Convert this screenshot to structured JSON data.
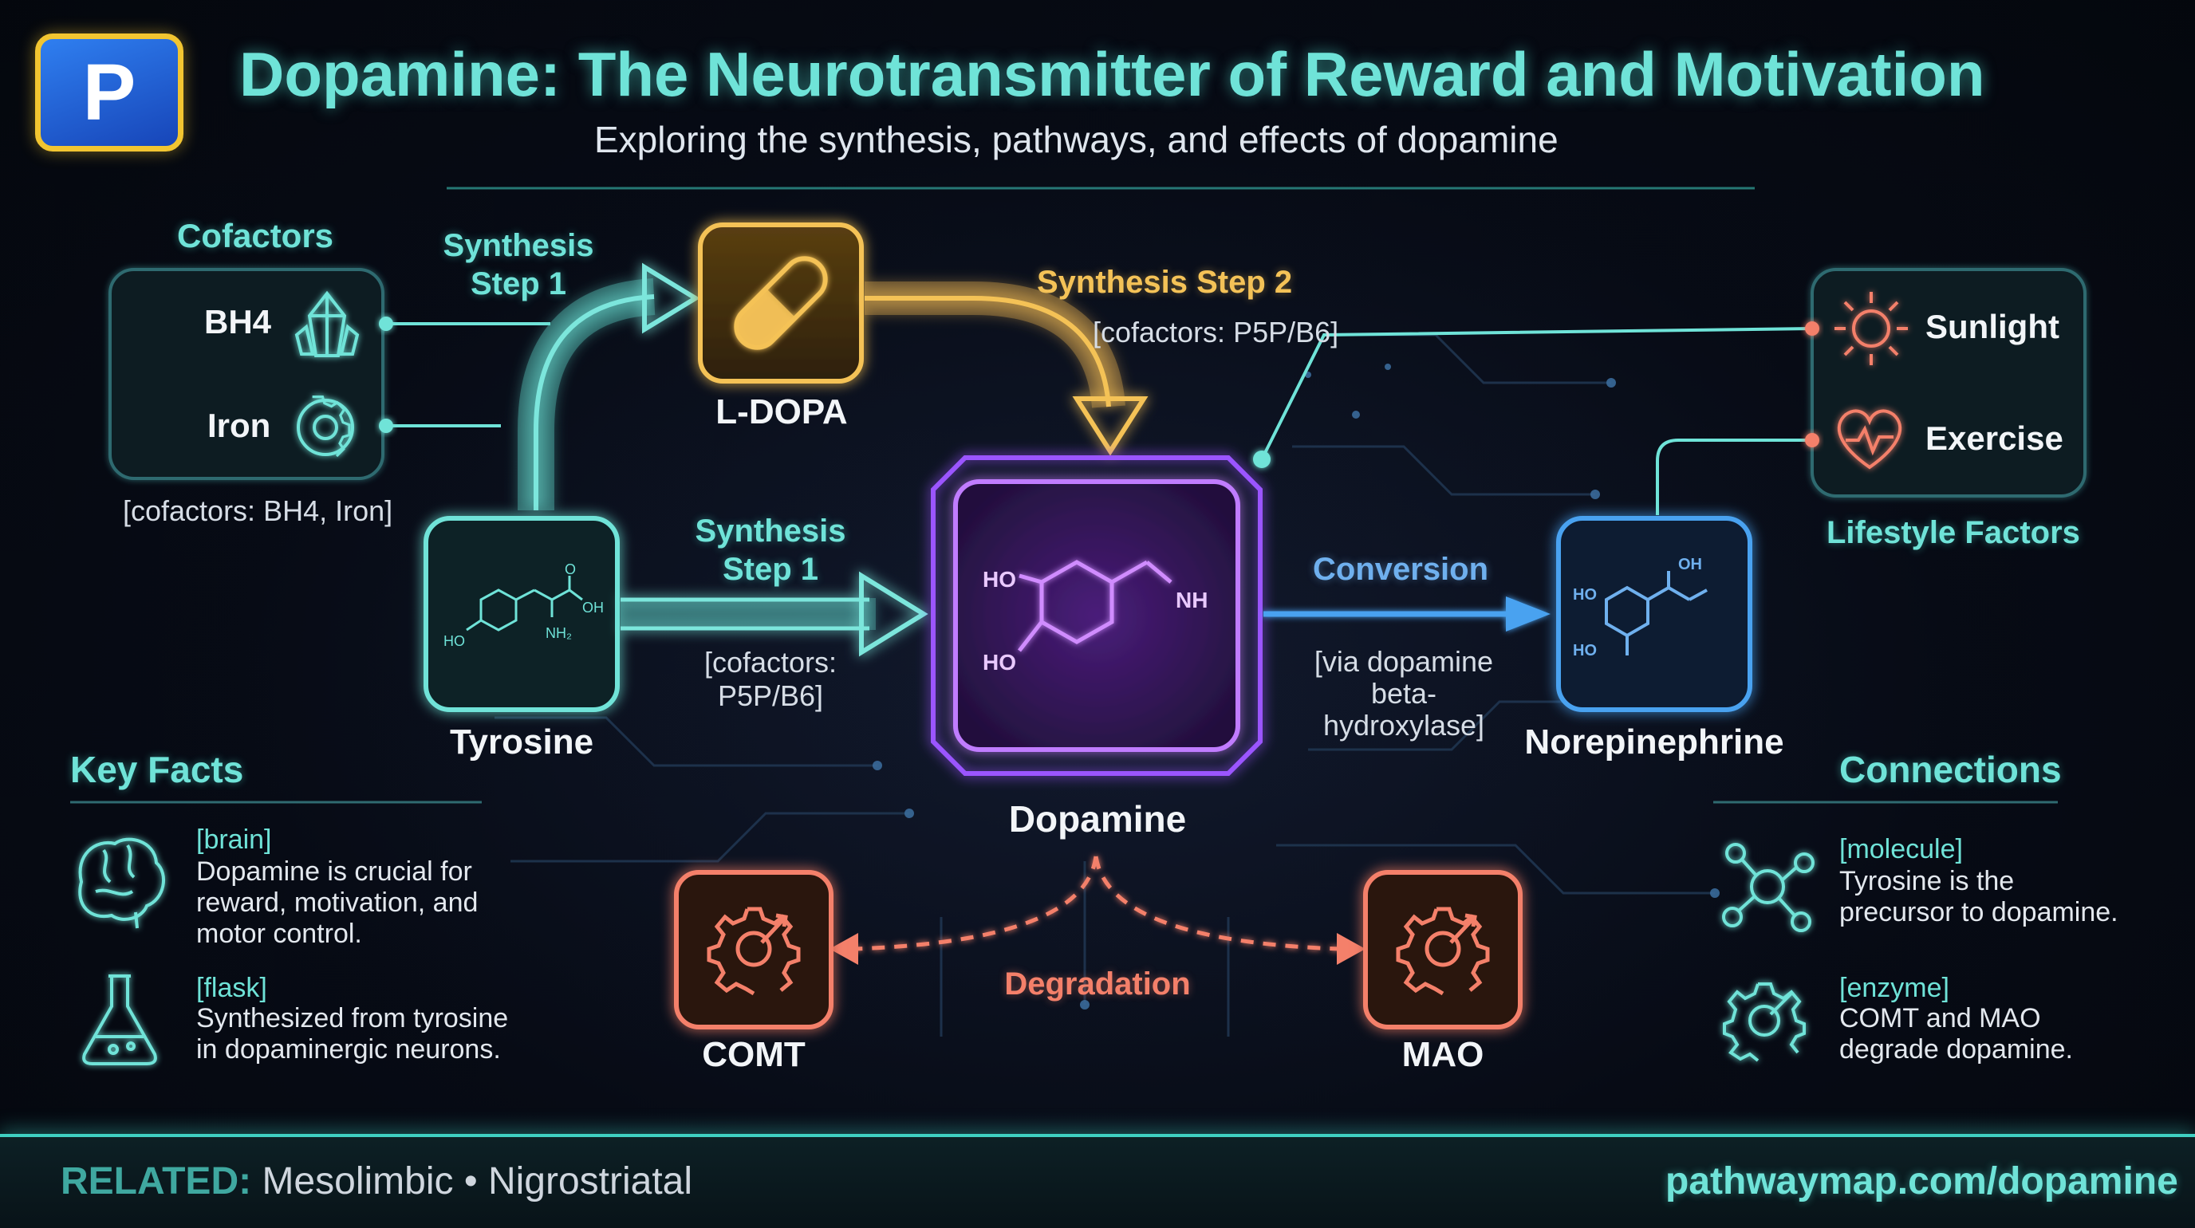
{
  "header": {
    "title": "Dopamine: The Neurotransmitter of Reward and Motivation",
    "subtitle": "Exploring the synthesis, pathways, and effects of dopamine"
  },
  "cofactors": {
    "heading": "Cofactors",
    "items": [
      "BH4",
      "Iron"
    ],
    "note": "[cofactors: BH4, Iron]"
  },
  "lifestyle": {
    "heading": "Lifestyle Factors",
    "items": [
      "Sunlight",
      "Exercise"
    ]
  },
  "nodes": {
    "tyrosine": {
      "label": "Tyrosine",
      "atoms": [
        "HO",
        "OH",
        "O",
        "NH₂"
      ]
    },
    "ldopa": {
      "label": "L-DOPA"
    },
    "dopamine": {
      "label": "Dopamine",
      "atoms": [
        "HO",
        "HO",
        "NH"
      ]
    },
    "norepinephrine": {
      "label": "Norepinephrine",
      "atoms": [
        "HO",
        "HO",
        "OH"
      ]
    },
    "comt": {
      "label": "COMT"
    },
    "mao": {
      "label": "MAO"
    }
  },
  "edges": {
    "step1_upper": "Synthesis\nStep 1",
    "step1_lower": "Synthesis\nStep 1",
    "step1_lower_note": "[cofactors:\nP5P/B6]",
    "step2": "Synthesis Step 2",
    "step2_note": "[cofactors: P5P/B6]",
    "conversion": "Conversion",
    "conversion_note": "[via dopamine\nbeta-hydroxylase]",
    "degradation": "Degradation"
  },
  "key_facts": {
    "heading": "Key Facts",
    "items": [
      {
        "tag": "[brain]",
        "text": "Dopamine is crucial for\nreward, motivation, and\nmotor control.",
        "icon": "brain-icon"
      },
      {
        "tag": "[flask]",
        "text": "Synthesized from tyrosine\nin dopaminergic neurons.",
        "icon": "flask-icon"
      }
    ]
  },
  "connections": {
    "heading": "Connections",
    "items": [
      {
        "tag": "[molecule]",
        "text": "Tyrosine is the\nprecursor to dopamine.",
        "icon": "molecule-icon"
      },
      {
        "tag": "[enzyme]",
        "text": "COMT and MAO\ndegrade dopamine.",
        "icon": "enzyme-gear-icon"
      }
    ]
  },
  "footer": {
    "related_label": "RELATED:",
    "related_items": "Mesolimbic • Nigrostriatal",
    "url": "pathwaymap.com/dopamine"
  },
  "colors": {
    "teal": "#6fe3d8",
    "yellow": "#f4c257",
    "purple": "#b56cff",
    "blue": "#4aa2f0",
    "orange": "#f4806a",
    "background": "#070b15"
  }
}
